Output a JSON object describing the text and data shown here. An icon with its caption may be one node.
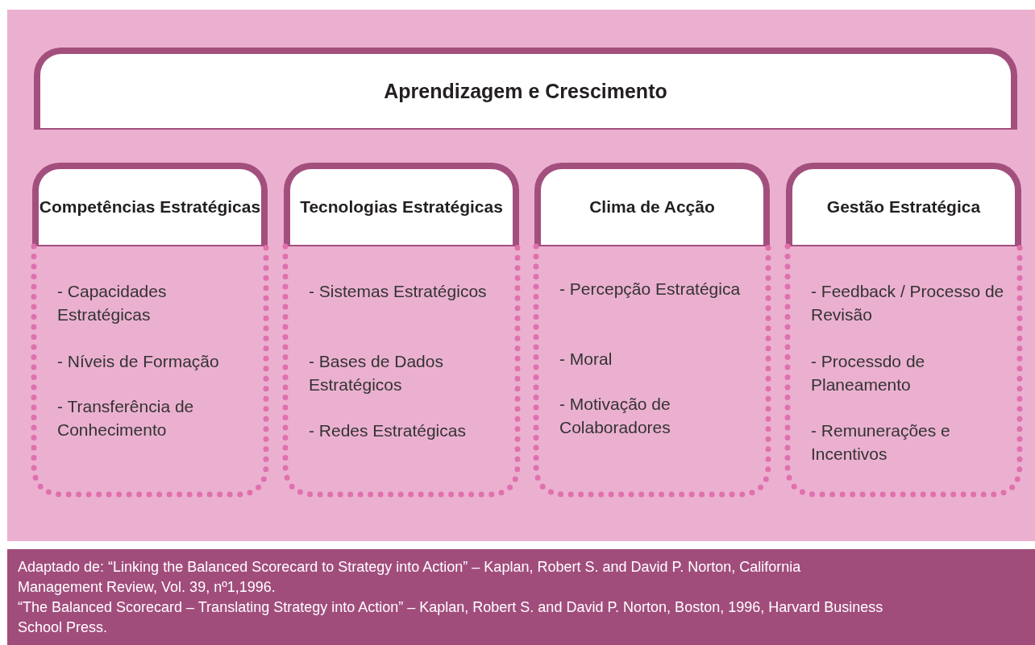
{
  "diagram": {
    "nodes": [
      {
        "text": [
          "Aprendizagem e Crescimento"
        ]
      },
      {
        "text": [
          "Competências Estratégicas"
        ]
      },
      {
        "text": [
          "- Capacidades Estratégicas",
          "- Níveis de Formação",
          "- Transferência de Conhecimento"
        ]
      },
      {
        "text": [
          "Tecnologias Estratégicas"
        ]
      },
      {
        "text": [
          "- Sistemas Estratégicos",
          "- Bases de Dados Estratégicos",
          "- Redes Estratégicas"
        ]
      },
      {
        "text": [
          "Clima de Acção"
        ]
      },
      {
        "text": [
          "- Percepção Estratégica",
          "- Moral",
          "- Motivação de Colaboradores"
        ]
      },
      {
        "text": [
          "Gestão Estratégica"
        ]
      },
      {
        "text": [
          "- Feedback / Processo de Revisão",
          "- Processdo de Planeamento",
          "- Remunerações e Incentivos"
        ]
      }
    ],
    "labels": [
      "Adaptado de: “Linking the Balanced Scorecard to Strategy into Action” – Kaplan, Robert S. and David P. Norton, California Management Review, Vol. 39, nº1,1996.",
      "“The Balanced Scorecard – Translating Strategy into Action” – Kaplan, Robert S. and David P. Norton, Boston, 1996, Harvard Business School Press."
    ]
  }
}
